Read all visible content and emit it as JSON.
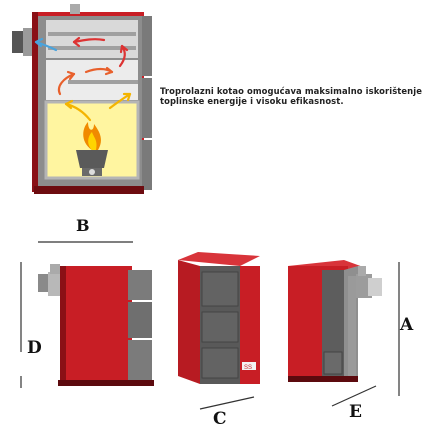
{
  "description": "Troprolazni kotao omogućava maksimalno iskorištenje toplinske energije i visoku efikasnost.",
  "dimension_labels": {
    "a": "A",
    "b": "B",
    "c": "C",
    "d": "D",
    "e": "E"
  },
  "colors": {
    "boiler_red": "#c81e25",
    "boiler_dark": "#8a1016",
    "door_gray": "#5b5b5b",
    "firebox_yellow": "#fff5a0",
    "flow_arrow_red": "#d33",
    "flow_arrow_blue": "#4aa3dc",
    "flow_arrow_yellow": "#f4b400"
  },
  "icons": [
    "flame-icon",
    "flow-arrow-icon"
  ]
}
